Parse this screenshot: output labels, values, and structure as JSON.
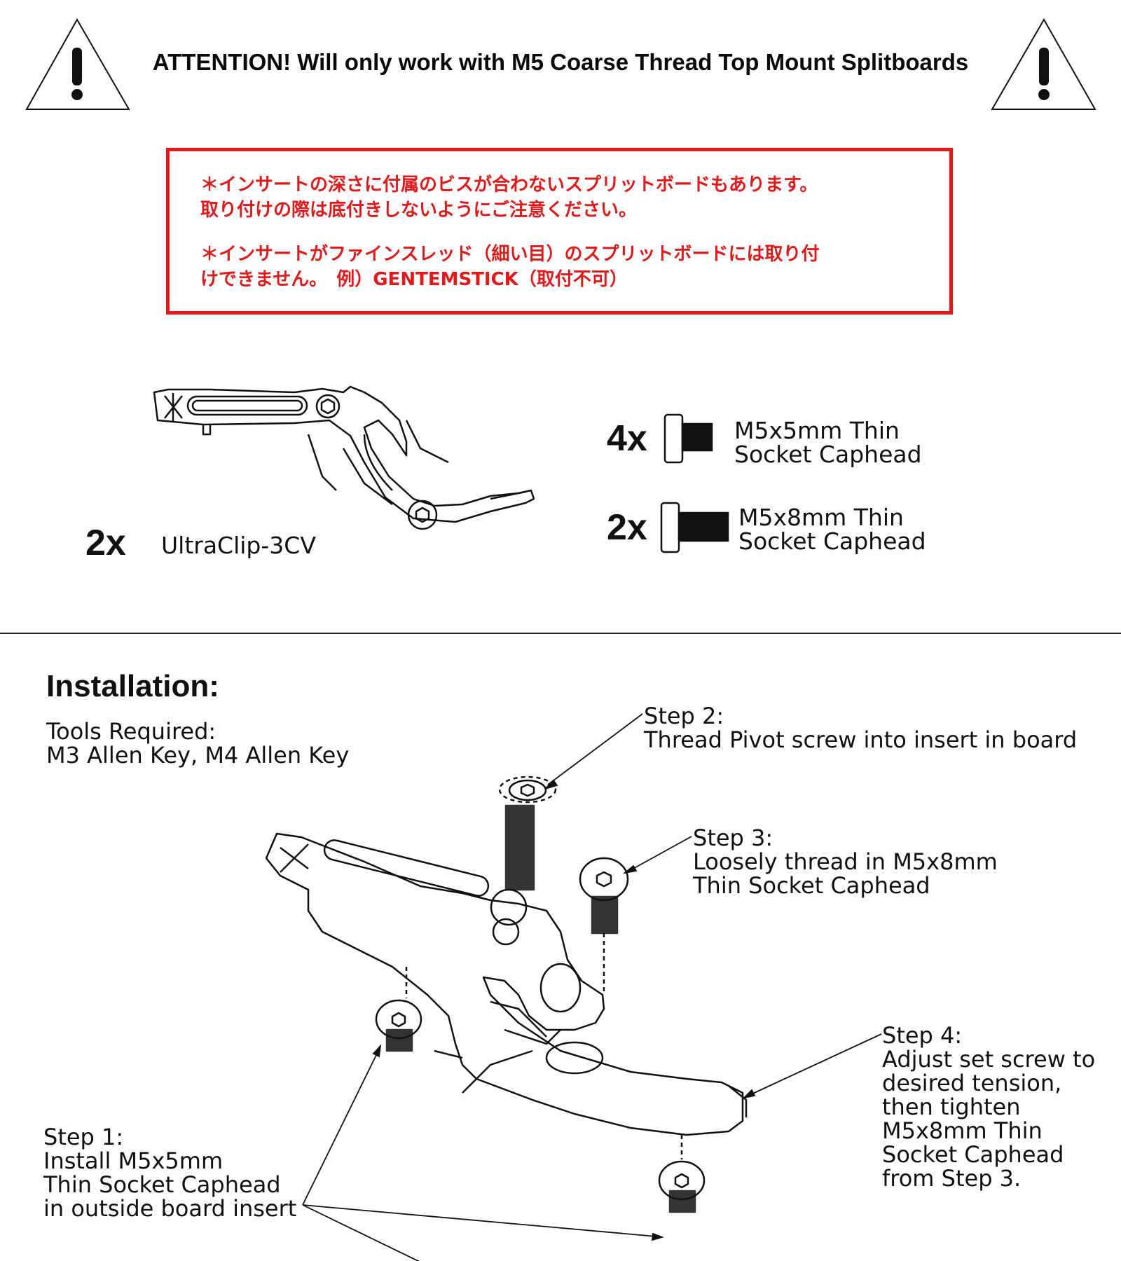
{
  "warning": {
    "text": "ATTENTION! Will only work with M5 Coarse Thread Top Mount Splitboards",
    "icon": "warning-triangle-icon"
  },
  "notice": {
    "line1": "＊インサートの深さに付属のビスが合わないスプリットボードもあります。",
    "line2": "取り付けの際は底付きしないようにご注意ください。",
    "line3": "＊インサートがファインスレッド（細い目）のスプリットボードには取り付",
    "line4": "けできません。　例）GENTEMSTICK（取付不可）",
    "color": "#e0191b"
  },
  "parts": {
    "clip": {
      "count": "2x",
      "name": "UltraClip-3CV"
    },
    "screw5": {
      "count": "4x",
      "name_line1": "M5x5mm Thin",
      "name_line2": "Socket Caphead"
    },
    "screw8": {
      "count": "2x",
      "name_line1": "M5x8mm Thin",
      "name_line2": "Socket Caphead"
    }
  },
  "installation": {
    "title": "Installation:",
    "tools_line1": "Tools Required:",
    "tools_line2": "M3 Allen Key, M4 Allen Key",
    "step1": [
      "Step 1:",
      "Install M5x5mm",
      "Thin Socket Caphead",
      "in outside board insert"
    ],
    "step2": [
      "Step 2:",
      "Thread Pivot screw into insert in board"
    ],
    "step3": [
      "Step 3:",
      "Loosely thread in M5x8mm",
      "Thin Socket Caphead"
    ],
    "step4": [
      "Step 4:",
      "Adjust set screw to",
      "desired tension,",
      "then tighten",
      "M5x8mm Thin",
      "Socket Caphead",
      "from Step 3."
    ]
  }
}
